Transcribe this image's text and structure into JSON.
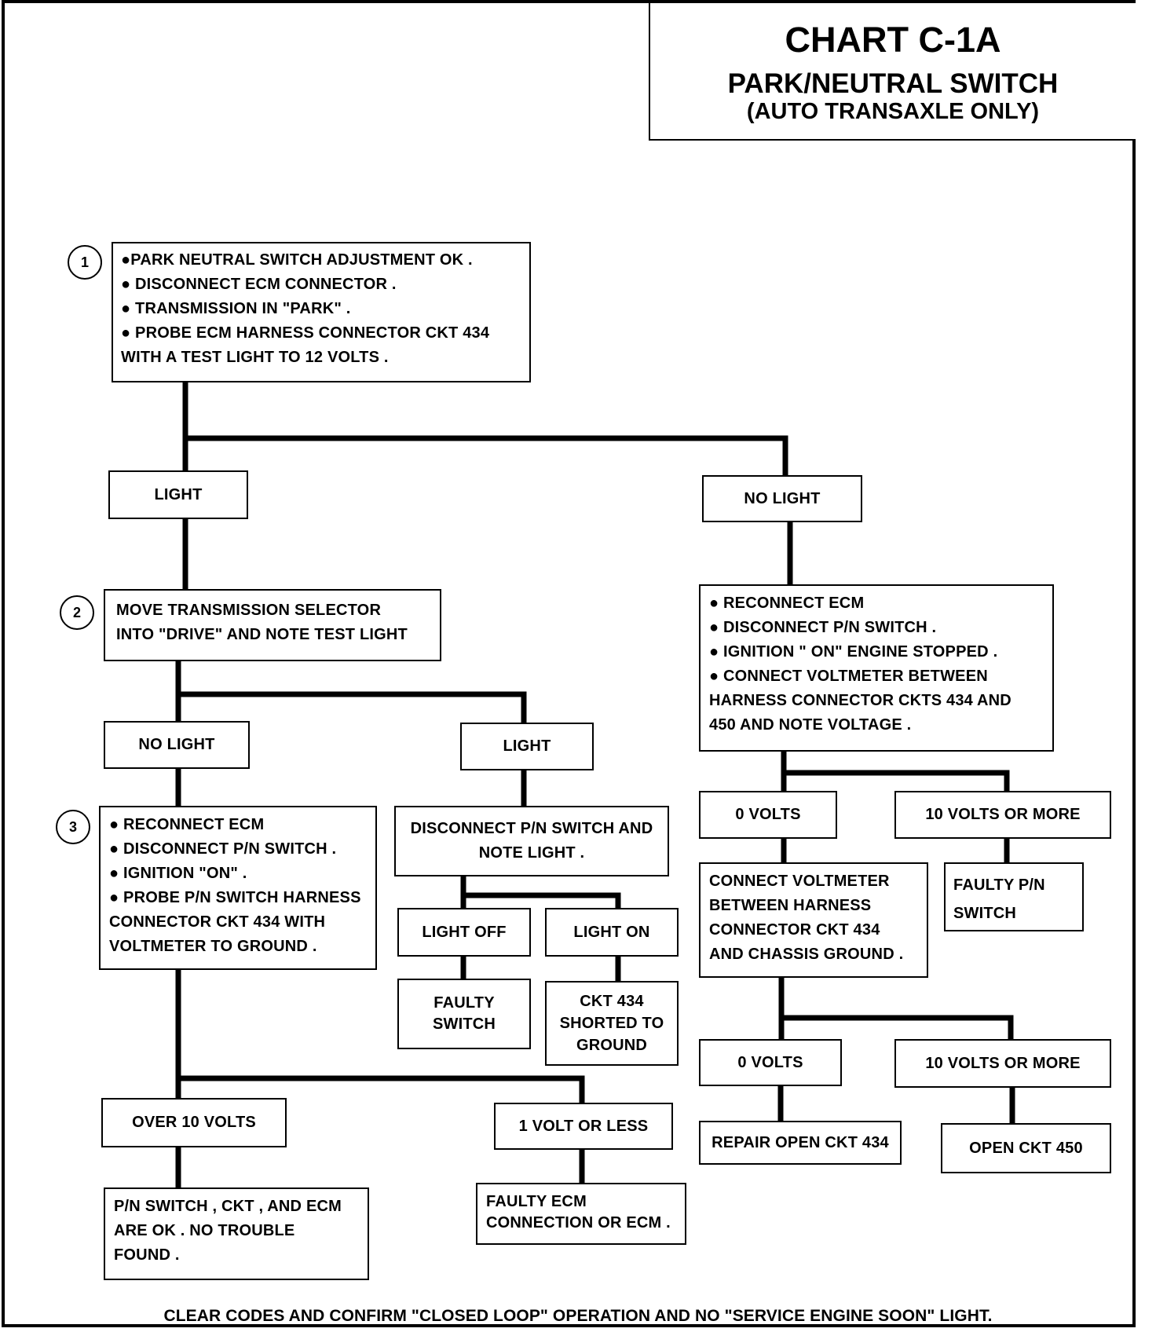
{
  "title": {
    "main": "CHART C-1A",
    "sub1": "PARK/NEUTRAL SWITCH",
    "sub2": "(AUTO TRANSAXLE ONLY)"
  },
  "steps": {
    "s1": "1",
    "s2": "2",
    "s3": "3"
  },
  "boxes": {
    "step1": [
      "●PARK NEUTRAL  SWITCH ADJUSTMENT OK .",
      "● DISCONNECT ECM CONNECTOR .",
      "● TRANSMISSION IN \"PARK\" .",
      "● PROBE ECM HARNESS CONNECTOR CKT 434",
      "WITH A TEST LIGHT TO 12 VOLTS ."
    ],
    "light_1": "LIGHT",
    "no_light_1": "NO LIGHT",
    "step2": [
      "MOVE TRANSMISSION SELECTOR",
      "INTO \"DRIVE\" AND NOTE  TEST LIGHT"
    ],
    "no_light_branch": [
      "● RECONNECT ECM",
      "● DISCONNECT P/N SWITCH .",
      "● IGNITION \" ON\" ENGINE STOPPED .",
      "● CONNECT VOLTMETER BETWEEN",
      "HARNESS CONNECTOR CKTS 434 AND",
      "450 AND NOTE VOLTAGE ."
    ],
    "no_light_2": "NO LIGHT",
    "light_2": "LIGHT",
    "step3": [
      "● RECONNECT ECM",
      "● DISCONNECT P/N SWITCH .",
      "● IGNITION \"ON\" .",
      "● PROBE P/N SWITCH HARNESS",
      "CONNECTOR CKT 434 WITH",
      "VOLTMETER TO GROUND ."
    ],
    "disconnect_pn": [
      "DISCONNECT P/N SWITCH AND",
      "NOTE LIGHT ."
    ],
    "light_off": "LIGHT OFF",
    "light_on": "LIGHT ON",
    "faulty_switch": [
      "FAULTY",
      "SWITCH"
    ],
    "ckt434_shorted": [
      "CKT 434",
      "SHORTED TO",
      "GROUND"
    ],
    "zero_volts_1": "0  VOLTS",
    "ten_volts_1": "10  VOLTS OR MORE",
    "connect_voltmeter": [
      "CONNECT VOLTMETER",
      "BETWEEN HARNESS",
      "CONNECTOR CKT 434",
      "AND CHASSIS GROUND ."
    ],
    "faulty_pn_switch": [
      "FAULTY P/N",
      "SWITCH"
    ],
    "zero_volts_2": "0  VOLTS",
    "ten_volts_2": "10  VOLTS OR MORE",
    "repair_open_434": "REPAIR OPEN CKT 434",
    "open_ckt_450": "OPEN CKT 450",
    "over_10_volts": "OVER 10  VOLTS",
    "one_volt_or_less": "1  VOLT OR LESS",
    "pn_ok": [
      "P/N SWITCH , CKT , AND ECM",
      "ARE OK . NO TROUBLE",
      "FOUND ."
    ],
    "faulty_ecm": [
      "FAULTY ECM",
      "CONNECTION OR ECM ."
    ]
  },
  "footer": "CLEAR CODES AND CONFIRM \"CLOSED LOOP\" OPERATION  AND NO \"SERVICE ENGINE SOON\" LIGHT."
}
